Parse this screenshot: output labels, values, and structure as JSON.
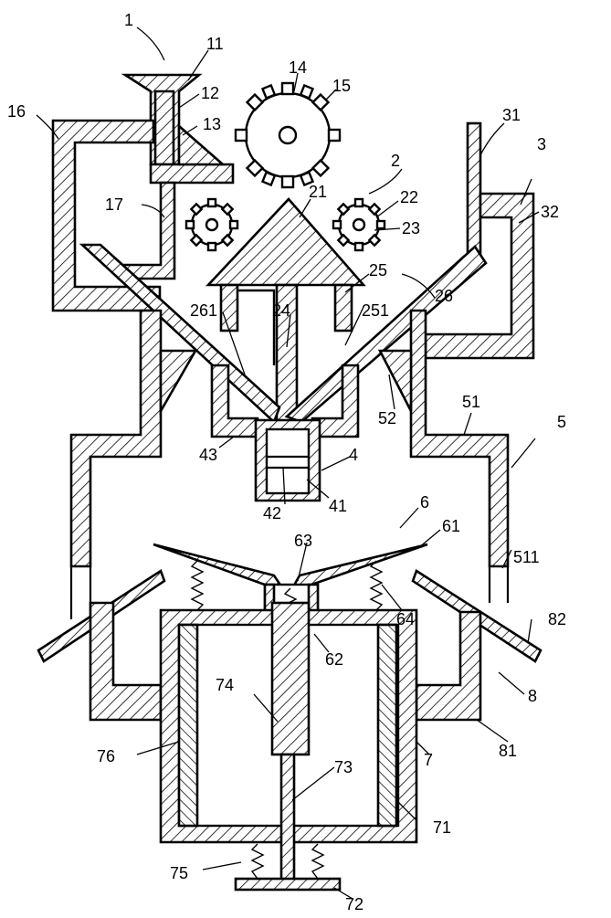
{
  "labels": {
    "l1": "1",
    "l11": "11",
    "l12": "12",
    "l13": "13",
    "l14": "14",
    "l15": "15",
    "l16": "16",
    "l17": "17",
    "l2": "2",
    "l21": "21",
    "l22": "22",
    "l23": "23",
    "l24": "24",
    "l25": "25",
    "l251": "251",
    "l26": "26",
    "l261": "261",
    "l3": "3",
    "l31": "31",
    "l32": "32",
    "l4": "4",
    "l41": "41",
    "l42": "42",
    "l43": "43",
    "l5": "5",
    "l51": "51",
    "l511": "511",
    "l52": "52",
    "l6": "6",
    "l61": "61",
    "l62": "62",
    "l63": "63",
    "l64": "64",
    "l7": "7",
    "l71": "71",
    "l72": "72",
    "l73": "73",
    "l74": "74",
    "l75": "75",
    "l76": "76",
    "l8": "8",
    "l81": "81",
    "l82": "82"
  }
}
